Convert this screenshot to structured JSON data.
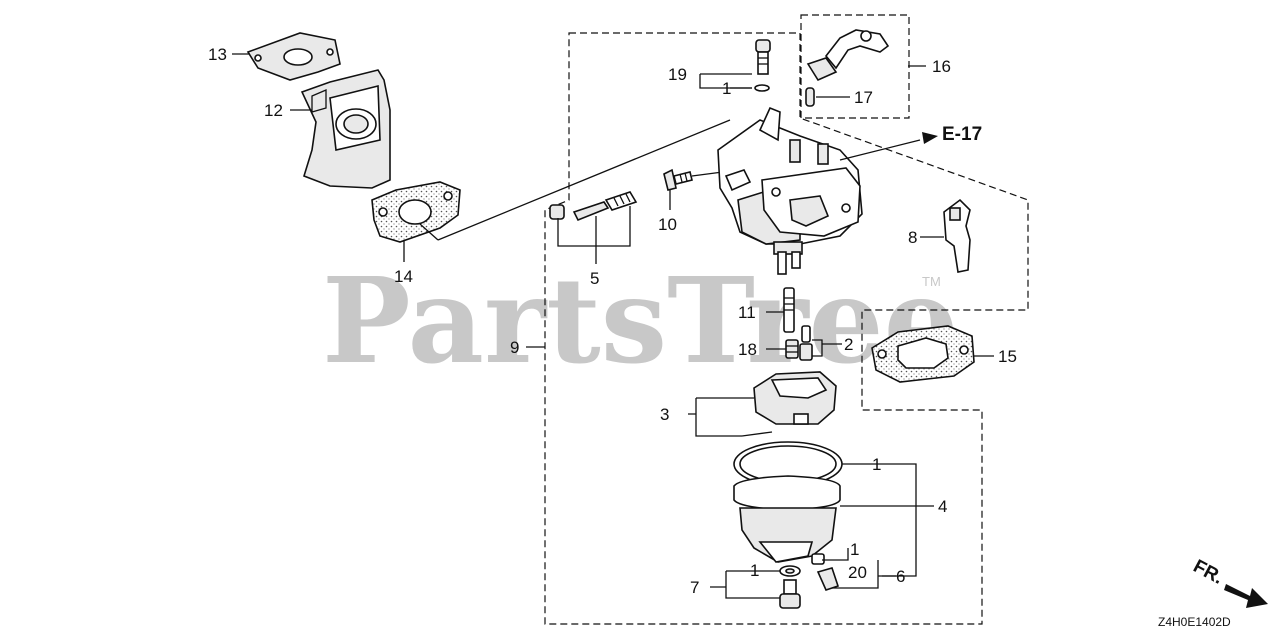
{
  "watermark": {
    "text": "PartsTree",
    "tm": "TM"
  },
  "reference": {
    "label": "E-17"
  },
  "direction": {
    "label": "FR."
  },
  "diagram_code": "Z4H0E1402D",
  "callouts": {
    "c13": "13",
    "c12": "12",
    "c14": "14",
    "c5": "5",
    "c10": "10",
    "c19": "19",
    "c1_top": "1",
    "c16": "16",
    "c17": "17",
    "c8": "8",
    "c11": "11",
    "c2": "2",
    "c18": "18",
    "c9": "9",
    "c15": "15",
    "c3": "3",
    "c1_bowl": "1",
    "c4": "4",
    "c1_drain": "1",
    "c20": "20",
    "c6": "6",
    "c7": "7",
    "c1_washer": "1"
  }
}
